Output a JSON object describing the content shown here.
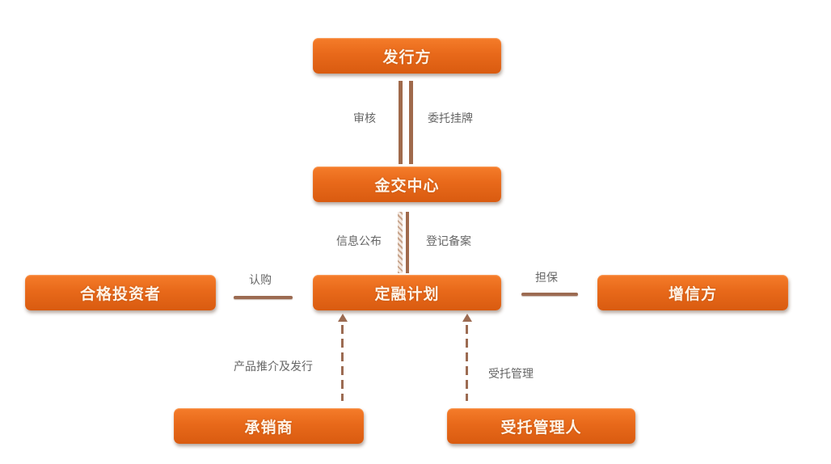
{
  "nodes": {
    "issuer": "发行方",
    "exchange_center": "金交中心",
    "plan": "定融计划",
    "investors": "合格投资者",
    "credit_enhancer": "增信方",
    "underwriter": "承销商",
    "trustee": "受托管理人"
  },
  "edges": {
    "review": "审核",
    "entrust_listing": "委托挂牌",
    "info_disclosure": "信息公布",
    "registration_filing": "登记备案",
    "subscribe": "认购",
    "guarantee": "担保",
    "promotion_issuance": "产品推介及发行",
    "entrusted_management": "受托管理"
  },
  "colors": {
    "node_fill": "#e8691a",
    "node_text": "#fff3e6",
    "connector": "#9c6b52",
    "label_text": "#666666"
  }
}
